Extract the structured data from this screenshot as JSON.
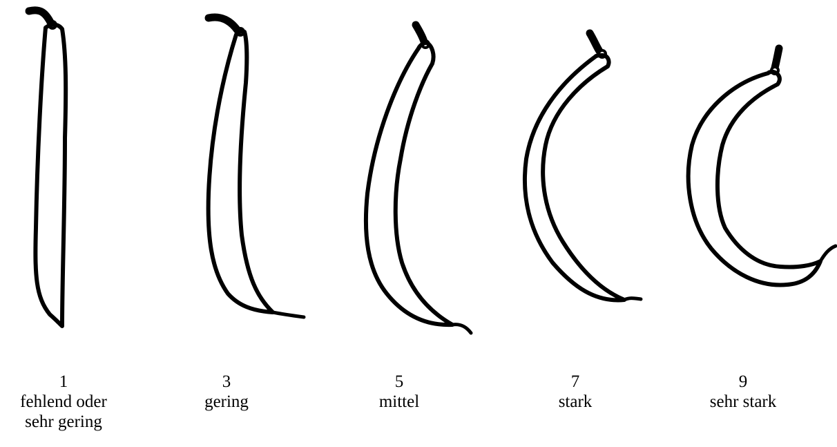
{
  "items": [
    {
      "number": "1",
      "label": "fehlend oder sehr gering"
    },
    {
      "number": "3",
      "label": "gering"
    },
    {
      "number": "5",
      "label": "mittel"
    },
    {
      "number": "7",
      "label": "stark"
    },
    {
      "number": "9",
      "label": "sehr stark"
    }
  ],
  "colors": {
    "stroke": "#000000",
    "background": "#ffffff"
  }
}
